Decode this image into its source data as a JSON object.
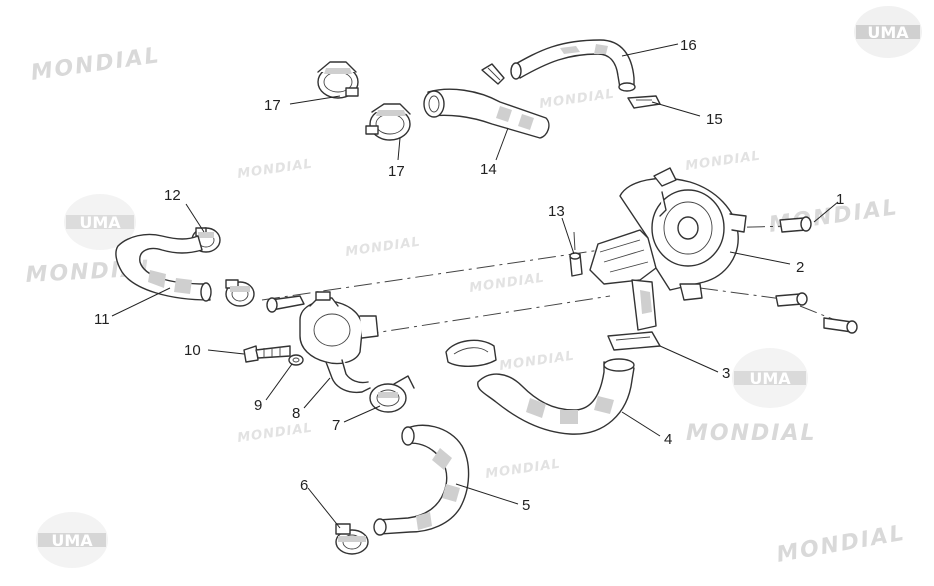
{
  "watermarks": {
    "brand_text": "MONDIAL",
    "logo_text": "UMA"
  },
  "callouts": [
    {
      "id": "1",
      "label": "1"
    },
    {
      "id": "2",
      "label": "2"
    },
    {
      "id": "3",
      "label": "3"
    },
    {
      "id": "4",
      "label": "4"
    },
    {
      "id": "5",
      "label": "5"
    },
    {
      "id": "6",
      "label": "6"
    },
    {
      "id": "7",
      "label": "7"
    },
    {
      "id": "8",
      "label": "8"
    },
    {
      "id": "9",
      "label": "9"
    },
    {
      "id": "10",
      "label": "10"
    },
    {
      "id": "11",
      "label": "11"
    },
    {
      "id": "12",
      "label": "12"
    },
    {
      "id": "13",
      "label": "13"
    },
    {
      "id": "14",
      "label": "14"
    },
    {
      "id": "15",
      "label": "15"
    },
    {
      "id": "16",
      "label": "16"
    },
    {
      "id": "17a",
      "label": "17"
    },
    {
      "id": "17b",
      "label": "17"
    }
  ]
}
